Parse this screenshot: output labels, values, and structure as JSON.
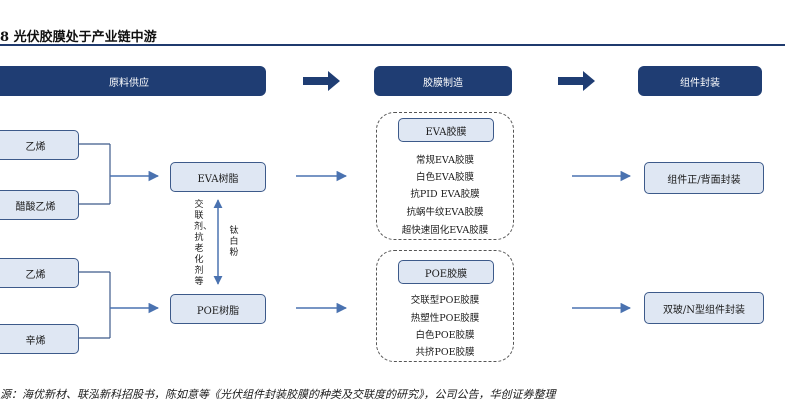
{
  "title": "8   光伏胶膜处于产业链中游",
  "headers": {
    "raw_supply": "原料供应",
    "film_manufacturing": "胶膜制造",
    "module_packaging": "组件封装"
  },
  "raw_materials": [
    "乙烯",
    "醋酸乙烯",
    "乙烯",
    "辛烯"
  ],
  "resins": {
    "eva": "EVA树脂",
    "poe": "POE树脂"
  },
  "additives": {
    "left": "交联剂、抗老化剂等",
    "right": "钛白粉"
  },
  "eva_group": {
    "label": "EVA胶膜",
    "items": [
      "常规EVA胶膜",
      "白色EVA胶膜",
      "抗PID EVA胶膜",
      "抗蜗牛纹EVA胶膜",
      "超快速固化EVA胶膜"
    ]
  },
  "poe_group": {
    "label": "POE胶膜",
    "items": [
      "交联型POE胶膜",
      "热塑性POE胶膜",
      "白色POE胶膜",
      "共挤POE胶膜"
    ]
  },
  "outputs": {
    "top": "组件正/背面封装",
    "bottom": "双玻/N型组件封装"
  },
  "source": "源：海优新材、联泓新科招股书，陈如意等《光伏组件封装胶膜的种类及交联度的研究》，公司公告，华创证券整理",
  "colors": {
    "header_bg": "#1f3d73",
    "box_fill": "#dfe7f3",
    "box_border": "#3d5a8a",
    "connector": "#3d5a8a",
    "arrow": "#4a72b0"
  }
}
